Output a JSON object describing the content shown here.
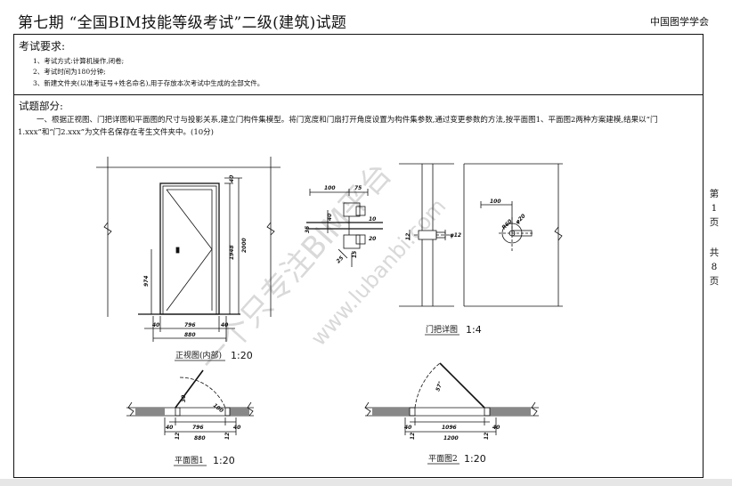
{
  "header": {
    "title": "第七期 “全国BIM技能等级考试”二级(建筑)试题",
    "organization": "中国图学学会"
  },
  "requirements": {
    "heading": "考试要求:",
    "items": [
      "1、考试方式:计算机操作,闭卷;",
      "2、考试时间为180分钟;",
      "3、新建文件夹(以准考证号+姓名命名),用于存放本次考试中生成的全部文件。"
    ]
  },
  "questions": {
    "heading": "试题部分:",
    "q1": "一、根据正视图、门把详图和平面图的尺寸与投影关系,建立门构件集模型。将门宽度和门扇打开角度设置为构件集参数,通过变更参数的方法,按平面图1、平面图2两种方案建模,结果以“门1.xxx”和“门2.xxx”为文件名保存在考生文件夹中。(10分)"
  },
  "page": {
    "char1": "第",
    "num": "1",
    "char2": "页",
    "char3": "共",
    "total": "8",
    "char4": "页"
  },
  "drawings": {
    "front": {
      "caption": "正视图(内部)",
      "scale": "1:20",
      "dims": {
        "d40_top": "40",
        "d1948": "1948",
        "d2000": "2000",
        "d974": "974",
        "d40_left": "40",
        "d796": "796",
        "d40_right": "40",
        "d880": "880"
      }
    },
    "handle": {
      "caption": "门把详图",
      "scale": "1:4",
      "dims": {
        "d100": "100",
        "d75": "75",
        "d40": "40",
        "d35": "35",
        "d10": "10",
        "d20": "20",
        "d25": "25",
        "d15": "15",
        "d12": "12",
        "phi12": "φ12",
        "d100b": "100",
        "r60": "R60",
        "phi20": "φ20"
      }
    },
    "plan1": {
      "caption": "平面图1",
      "scale": "1:20",
      "dims": {
        "d40a": "40",
        "d12a": "12",
        "d796": "796",
        "d12b": "12",
        "d40b": "40",
        "d880": "880",
        "d30": "30",
        "d100": "100"
      }
    },
    "plan2": {
      "caption": "平面图2",
      "scale": "1:20",
      "dims": {
        "d40a": "40",
        "d12a": "12",
        "d1096": "1096",
        "d12b": "12",
        "d40b": "40",
        "d1200": "1200",
        "a57": "57°"
      }
    }
  },
  "watermark": {
    "line1": "一个只专注BIM平台",
    "line2": "www.lubanbi.com"
  }
}
